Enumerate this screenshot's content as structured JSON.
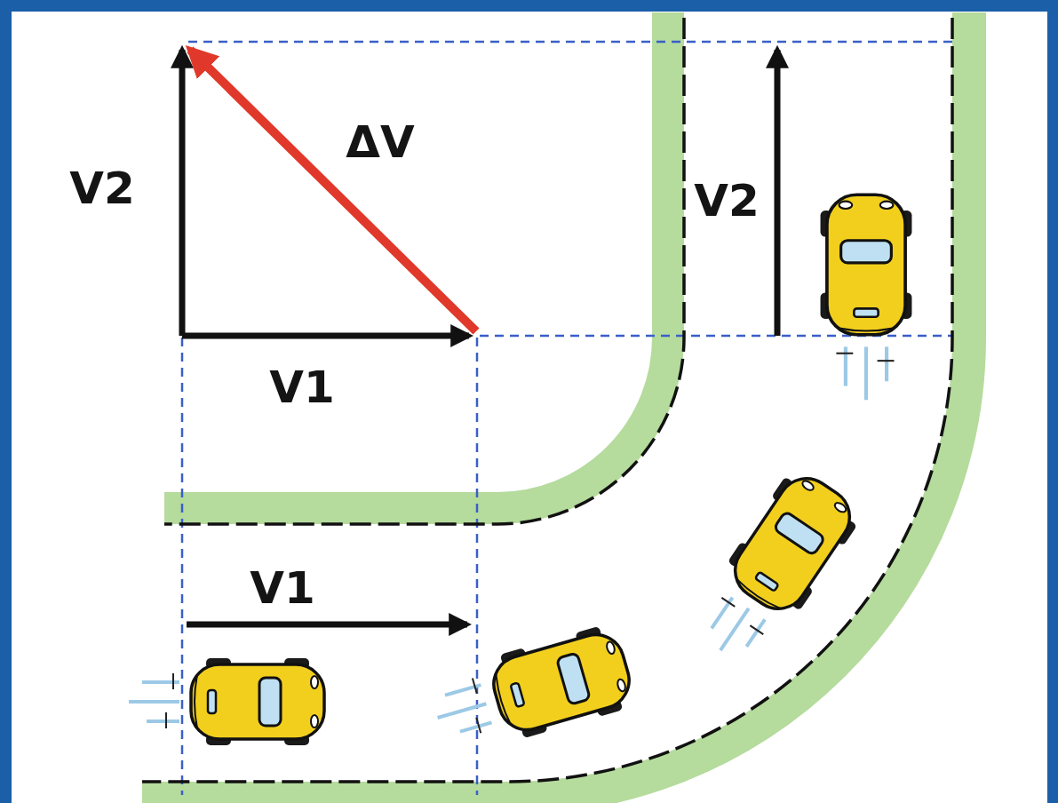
{
  "diagram": {
    "labels": [
      "V2",
      "ΔV",
      "V1",
      "V2",
      "V1"
    ]
  }
}
